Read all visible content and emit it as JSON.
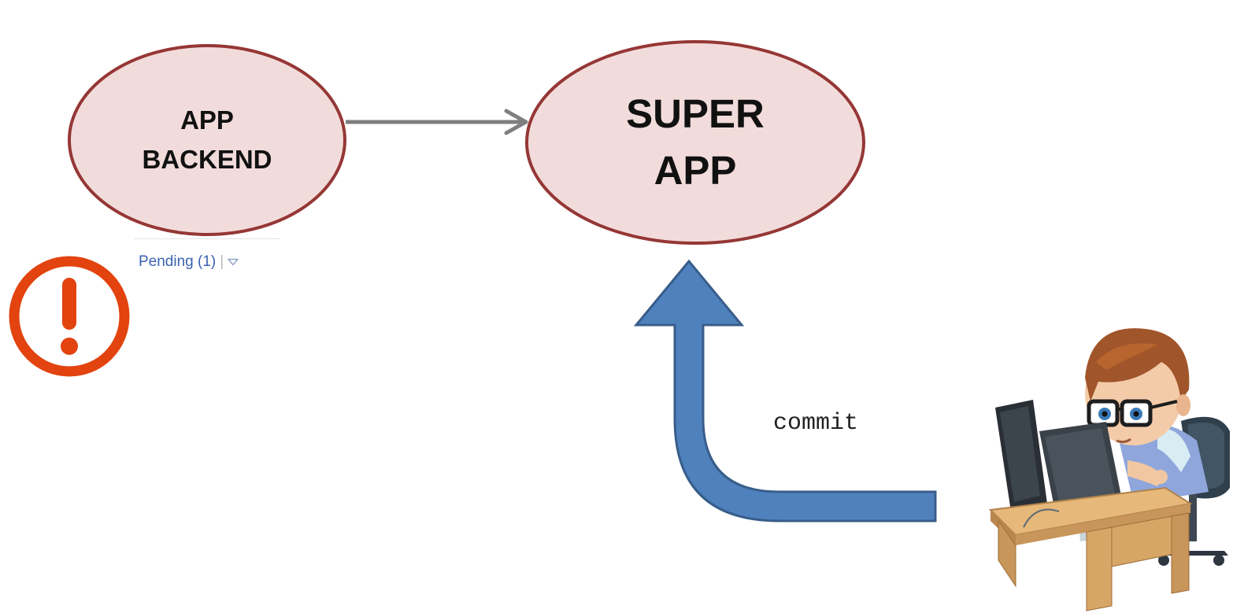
{
  "nodes": {
    "backend": {
      "line1": "APP",
      "line2": "BACKEND"
    },
    "super_app": {
      "line1": "SUPER",
      "line2": "APP"
    }
  },
  "pending": {
    "label": "Pending (1)",
    "separator": "|"
  },
  "commit_label": "commit",
  "icons": {
    "alert": "exclamation-circle-icon",
    "dropdown": "chevron-down-icon",
    "developer": "developer-at-desk-illustration"
  },
  "colors": {
    "node_fill": "#f2dcdb",
    "node_stroke": "#953735",
    "edge": "#7f7f7f",
    "commit_arrow_fill": "#4f81bd",
    "commit_arrow_stroke": "#385d8a",
    "alert": "#e2430f",
    "pending_text": "#3b62b0"
  }
}
